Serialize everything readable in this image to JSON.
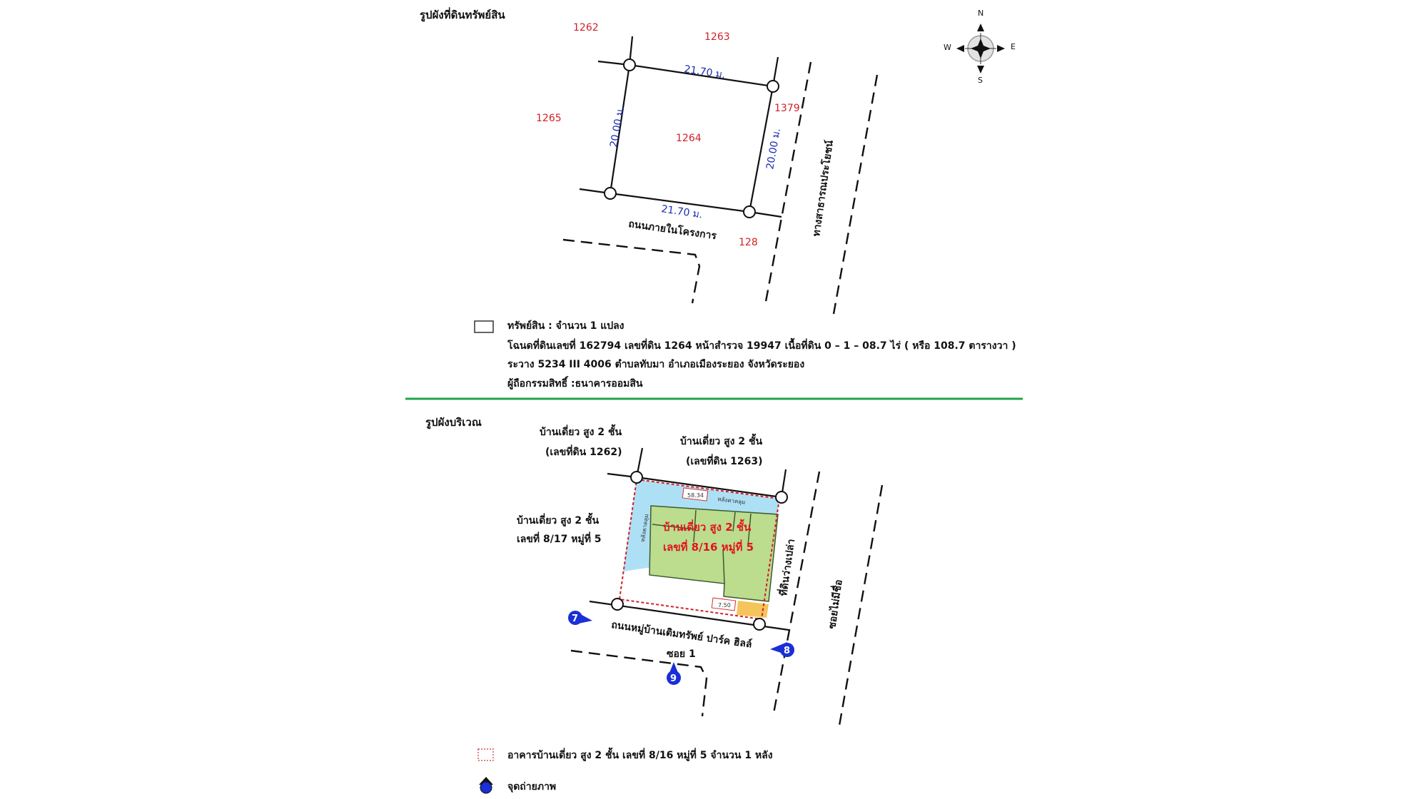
{
  "colors": {
    "accent_divider": "#22a34a",
    "parcel_number": "#d0202a",
    "dimension": "#1d2fb0",
    "roof": "#aee0f5",
    "house": "#bcdc8e",
    "annex": "#f5c45a",
    "photo_marker": "#1a2fd6"
  },
  "land_plan": {
    "title": "รูปผังที่ดินทรัพย์สิน",
    "parcels": {
      "top_left": "1262",
      "top": "1263",
      "left": "1265",
      "subject": "1264",
      "right": "1379",
      "bottom_right": "128"
    },
    "dimensions": {
      "top": "21.70 ม.",
      "bottom": "21.70 ม.",
      "left": "20.00 ม.",
      "right": "20.00 ม."
    },
    "roads": {
      "bottom": "ถนนภายในโครงการ",
      "right": "ทางสาธารณประโยชน์"
    },
    "compass": {
      "n": "N",
      "s": "S",
      "e": "E",
      "w": "W"
    },
    "legend": {
      "line1": "ทรัพย์สิน : จำนวน 1 แปลง",
      "line2": "โฉนดที่ดินเลขที่ 162794 เลขที่ดิน 1264 หน้าสำรวจ 19947 เนื้อที่ดิน 0 – 1 – 08.7 ไร่ ( หรือ 108.7 ตารางวา )",
      "line3": "ระวาง 5234 III 4006 ตำบลทับมา อำเภอเมืองระยอง จังหวัดระยอง",
      "line4": "ผู้ถือกรรมสิทธิ์ :ธนาคารออมสิน"
    }
  },
  "site_plan": {
    "title": "รูปผังบริเวณ",
    "neighbors": {
      "top_left": {
        "line1": "บ้านเดี่ยว สูง 2  ชั้น",
        "line2": "(เลขที่ดิน 1262)"
      },
      "top_right": {
        "line1": "บ้านเดี่ยว สูง 2  ชั้น",
        "line2": "(เลขที่ดิน 1263)"
      },
      "left": {
        "line1": "บ้านเดี่ยว สูง 2 ชั้น",
        "line2": "เลขที่ 8/17 หมู่ที่ 5"
      },
      "right": "ที่ดินว่างเปล่า"
    },
    "building": {
      "line1": "บ้านเดี่ยว สูง 2 ชั้น",
      "line2": "เลขที่ 8/16 หมู่ที่ 5",
      "roof_top": "หลังคาคลุม",
      "roof_left": "หลังคาคลุม",
      "area_top": "58.34",
      "area_bottom": "7.50"
    },
    "roads": {
      "bottom": "ถนนหมู่บ้านเติมทรัพย์ ปาร์ค ฮิลล์",
      "bottom_soi": "ซอย 1",
      "right": "ซอยไม่มีชื่อ"
    },
    "photo_points": [
      "7",
      "8",
      "9"
    ],
    "legend": {
      "building": "อาคารบ้านเดี่ยว สูง 2 ชั้น เลขที่ 8/16 หมู่ที่ 5 จำนวน 1 หลัง",
      "photo": "จุดถ่ายภาพ"
    }
  }
}
